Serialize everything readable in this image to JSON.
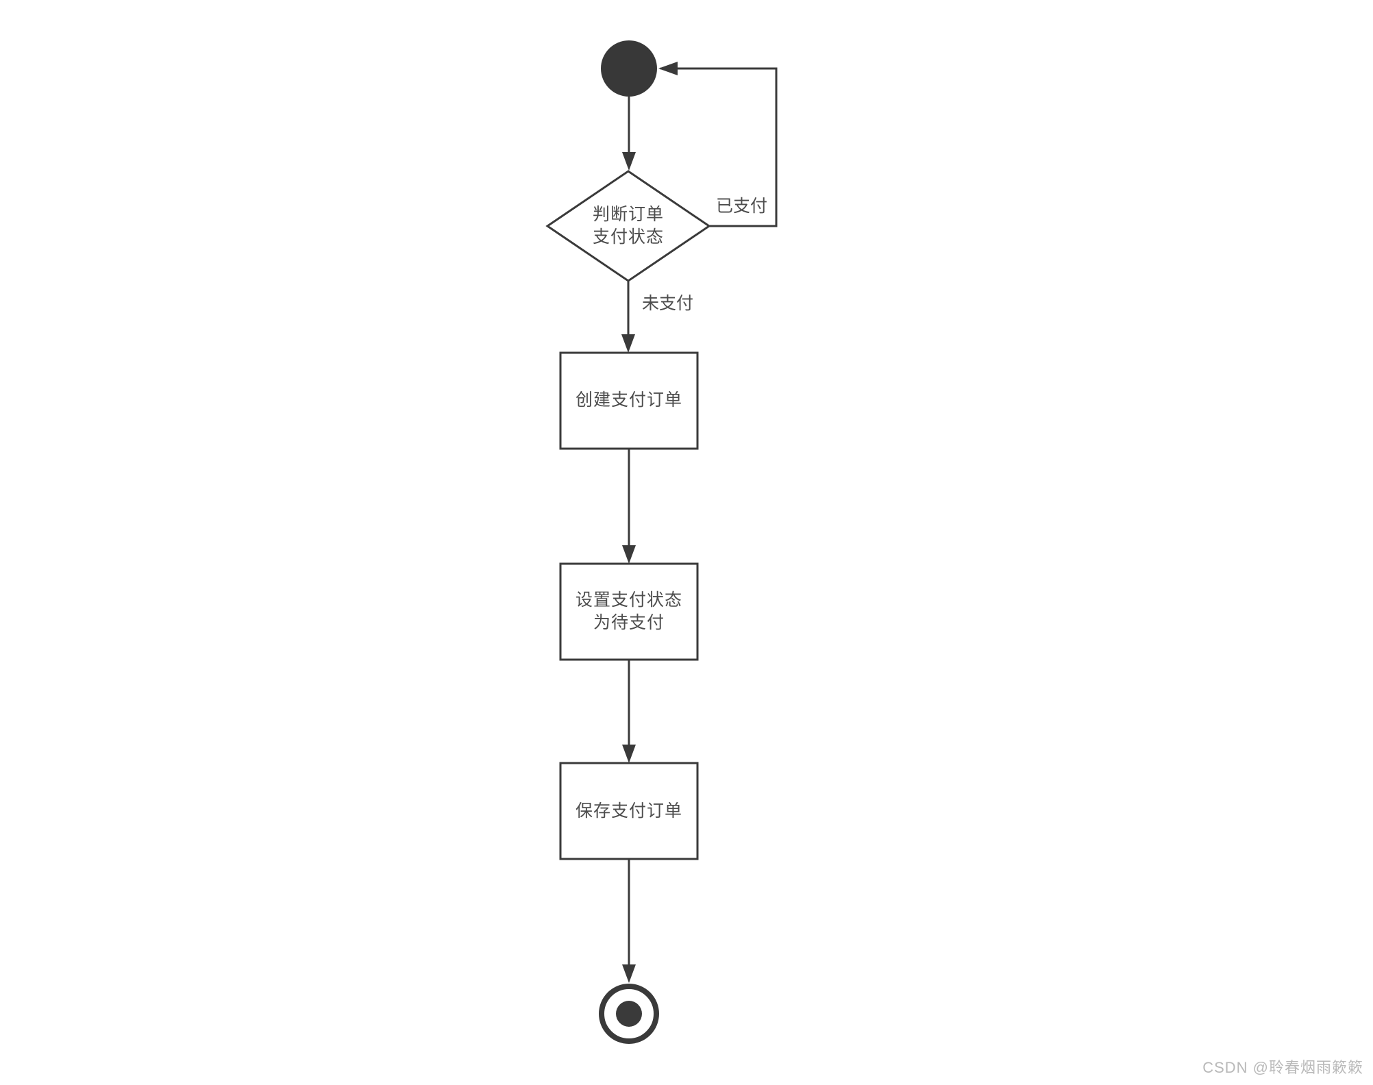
{
  "diagram": {
    "type": "activity-flowchart",
    "colors": {
      "line": "#3a3a3a",
      "node_fill": "#ffffff",
      "node_text": "#4d4d4d",
      "watermark": "#b9b9b9"
    },
    "nodes": {
      "start": {
        "shape": "filled-circle"
      },
      "decision": {
        "shape": "diamond",
        "label_line1": "判断订单",
        "label_line2": "支付状态"
      },
      "create_order": {
        "shape": "rect",
        "label": "创建支付订单"
      },
      "set_status": {
        "shape": "rect",
        "label_line1": "设置支付状态",
        "label_line2": "为待支付"
      },
      "save_order": {
        "shape": "rect",
        "label": "保存支付订单"
      },
      "end": {
        "shape": "ringed-circle"
      }
    },
    "edges": {
      "paid_label": "已支付",
      "unpaid_label": "未支付"
    }
  },
  "watermark": {
    "text": "CSDN @聆春烟雨簌簌"
  }
}
